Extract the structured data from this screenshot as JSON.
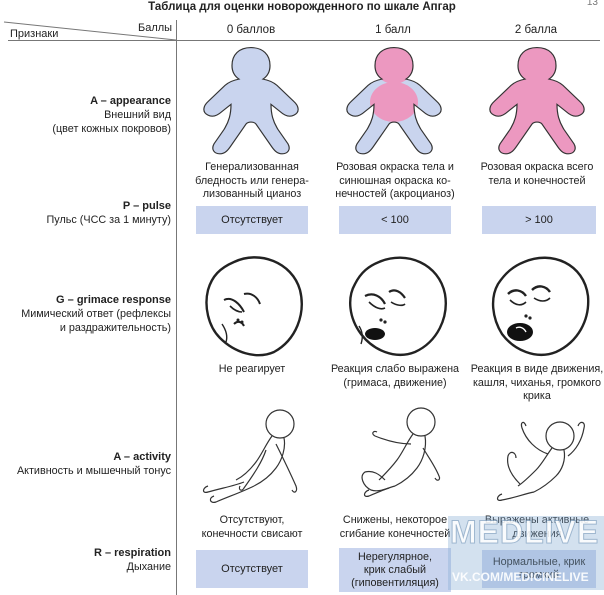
{
  "title": "Таблица для оценки новорожденного по шкале Апгар",
  "page_number": "13",
  "header": {
    "points_label": "Баллы",
    "criteria_label": "Признаки",
    "columns": [
      "0 баллов",
      "1 балл",
      "2 балла"
    ]
  },
  "rows": [
    {
      "code": "A – appearance",
      "desc": "Внешний вид\n(цвет кожных покровов)",
      "cells": [
        "Генерализованная\nбледность или генера-\nлизованный цианоз",
        "Розовая окраска тела и\nсинюшная окраска ко-\nнечностей (акроцианоз)",
        "Розовая окраска всего\nтела и конечностей"
      ]
    },
    {
      "code": "P – pulse",
      "desc": "Пульс (ЧСС за 1 минуту)",
      "cells": [
        "Отсутствует",
        "< 100",
        "> 100"
      ]
    },
    {
      "code": "G – grimace response",
      "desc": "Мимический ответ (рефлексы\nи раздражительность)",
      "cells": [
        "Не реагирует",
        "Реакция слабо выражена\n(гримаса, движение)",
        "Реакция в виде движения,\nкашля, чиханья, громкого\nкрика"
      ]
    },
    {
      "code": "A – activity",
      "desc": "Активность и мышечный тонус",
      "cells": [
        "Отсутствуют,\nконечности свисают",
        "Снижены, некоторое\nсгибание конечностей",
        "Выражены активные\nдвижения"
      ]
    },
    {
      "code": "R – respiration",
      "desc": "Дыхание",
      "cells": [
        "Отсутствует",
        "Нерегулярное,\nкрик слабый\n(гиповентиляция)",
        "Нормальные, крик\nгромкий"
      ]
    }
  ],
  "watermark": {
    "line1": "MEDLIVE",
    "line2": "VK.COM/MEDICINELIVE"
  },
  "colors": {
    "pale_blue": "#c9d4ee",
    "pink": "#ec98c0",
    "box_blue": "#c9d4ee"
  }
}
